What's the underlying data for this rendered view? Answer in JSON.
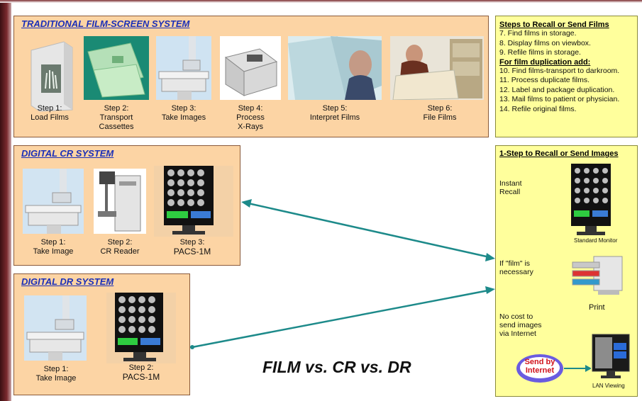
{
  "title": "FILM vs. CR vs. DR",
  "film_system": {
    "heading": "TRADITIONAL FILM-SCREEN SYSTEM",
    "steps": [
      {
        "num": "Step 1:",
        "label": "Load Films"
      },
      {
        "num": "Step 2:",
        "label": "Transport",
        "label2": "Cassettes"
      },
      {
        "num": "Step 3:",
        "label": "Take Images"
      },
      {
        "num": "Step 4:",
        "label": "Process",
        "label2": "X-Rays"
      },
      {
        "num": "Step 5:",
        "label": "Interpret Films"
      },
      {
        "num": "Step 6:",
        "label": "File Films"
      }
    ]
  },
  "recall_films": {
    "heading": "Steps to Recall or Send Films",
    "lines": [
      "7. Find films in storage.",
      "8. Display films on viewbox.",
      "9. Refile films in storage."
    ],
    "dup_heading": "For film duplication add:",
    "dup_lines": [
      "10. Find films-transport to darkroom.",
      "11. Process duplicate films.",
      "12. Label and package duplication.",
      "13. Mail films to patient or physician.",
      "14. Refile original films."
    ]
  },
  "cr_system": {
    "heading": "DIGITAL CR SYSTEM",
    "steps": [
      {
        "num": "Step 1:",
        "label": "Take Image"
      },
      {
        "num": "Step 2:",
        "label": "CR Reader"
      },
      {
        "num": "Step 3:",
        "label": "PACS-1M"
      }
    ]
  },
  "dr_system": {
    "heading": "DIGITAL DR SYSTEM",
    "steps": [
      {
        "num": "Step 1:",
        "label": "Take Image"
      },
      {
        "num": "Step 2:",
        "label": "PACS-1M"
      }
    ]
  },
  "recall_images": {
    "heading": "1-Step to Recall or Send Images",
    "instant_1": "Instant",
    "instant_2": "Recall",
    "monitor_label": "Standard Monitor",
    "film_1": "If \"film\" is",
    "film_2": "necessary",
    "print_label": "Print",
    "nocost_1": "No cost to",
    "nocost_2": "send images",
    "nocost_3": "via Internet",
    "send_1": "Send by",
    "send_2": "Internet",
    "lan_label": "LAN Viewing"
  },
  "colors": {
    "panel": "#fcd4a4",
    "side_panel": "#ffff9c",
    "heading": "#1a2fb8",
    "arrow": "#1d8a8a"
  }
}
